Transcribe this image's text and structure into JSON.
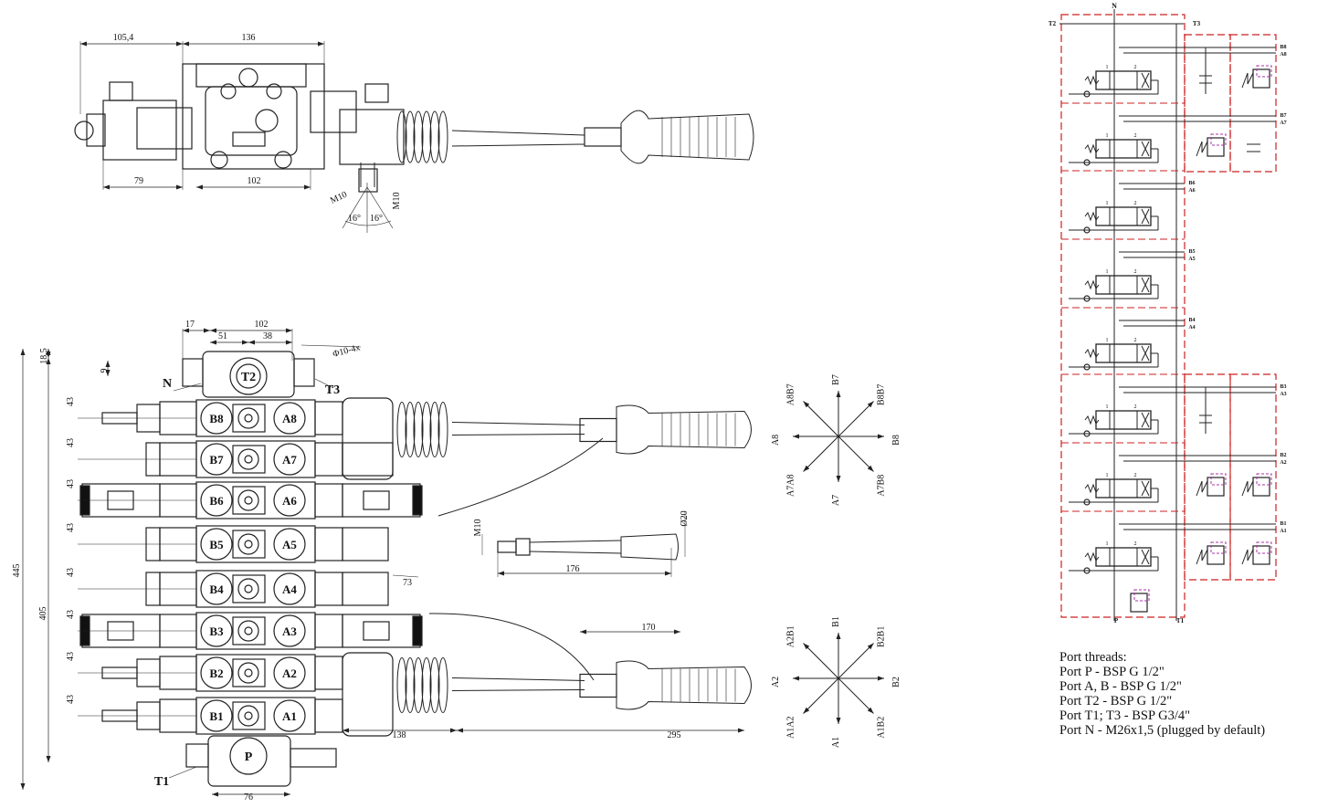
{
  "top_view": {
    "dims": [
      "105,4",
      "136",
      "79",
      "102",
      "M10",
      "M10",
      "16°",
      "16°"
    ]
  },
  "front_view": {
    "dims": [
      "17",
      "102",
      "51",
      "38",
      "Φ10-4x",
      "18,5",
      "9",
      "445",
      "405",
      "73",
      "M10",
      "Ø20",
      "176",
      "170",
      "138",
      "295",
      "76"
    ],
    "section_pitch": "43",
    "port_labels": {
      "N": "N",
      "T3": "T3",
      "T1": "T1",
      "T2": "T2",
      "P": "P"
    },
    "sections": [
      {
        "b": "B8",
        "a": "A8"
      },
      {
        "b": "B7",
        "a": "A7"
      },
      {
        "b": "B6",
        "a": "A6"
      },
      {
        "b": "B5",
        "a": "A5"
      },
      {
        "b": "B4",
        "a": "A4"
      },
      {
        "b": "B3",
        "a": "A3"
      },
      {
        "b": "B2",
        "a": "A2"
      },
      {
        "b": "B1",
        "a": "A1"
      }
    ]
  },
  "joystick_diagrams": [
    {
      "up": "B7",
      "down": "A7",
      "left": "A8",
      "right": "B8",
      "ul": "A8B7",
      "ur": "B8B7",
      "ll": "A7A8",
      "lr": "A7B8"
    },
    {
      "up": "B1",
      "down": "A1",
      "left": "A2",
      "right": "B2",
      "ul": "A2B1",
      "ur": "B2B1",
      "ll": "A1A2",
      "lr": "A1B2"
    }
  ],
  "schematic": {
    "top": {
      "n": "N",
      "t2": "T2",
      "t3": "T3"
    },
    "bottom": {
      "p": "P",
      "t1": "T1"
    },
    "ports": [
      [
        "B8",
        "A8"
      ],
      [
        "B7",
        "A7"
      ],
      [
        "B6",
        "A6"
      ],
      [
        "B5",
        "A5"
      ],
      [
        "B4",
        "A4"
      ],
      [
        "B3",
        "A3"
      ],
      [
        "B2",
        "A2"
      ],
      [
        "B1",
        "A1"
      ]
    ],
    "spool_marks": [
      "1",
      "2"
    ],
    "line_color": "#222222",
    "boundary_color": "#cc2222",
    "pilot_color": "#aa33aa"
  },
  "notes": {
    "title": "Port threads:",
    "lines": [
      "Port P - BSP G 1/2\"",
      "Port A, B - BSP G 1/2\"",
      "Port T2 - BSP G 1/2\"",
      "Port T1; T3 - BSP G3/4\"",
      "Port N - M26x1,5 (plugged by default)"
    ]
  }
}
